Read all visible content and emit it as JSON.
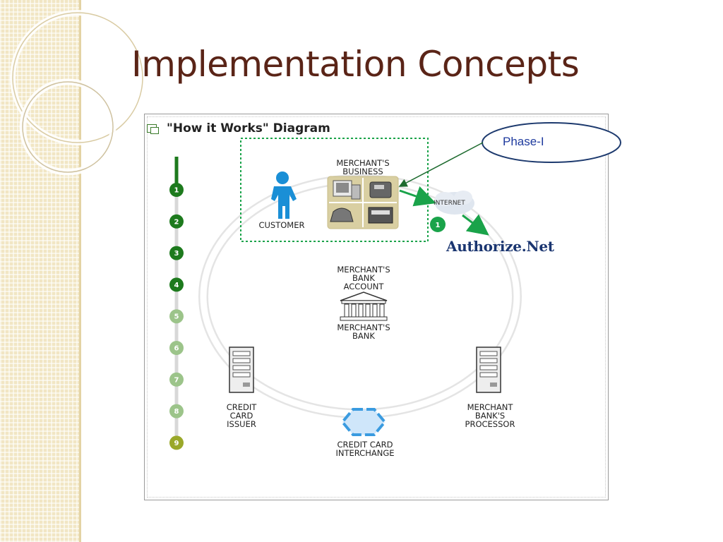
{
  "slide": {
    "title": "Implementation Concepts"
  },
  "diagram": {
    "heading": "\"How it Works\" Diagram",
    "phase_label": "Phase-I",
    "steps": [
      "1",
      "2",
      "3",
      "4",
      "5",
      "6",
      "7",
      "8",
      "9"
    ],
    "nodes": {
      "customer": "CUSTOMER",
      "merchant_business": "MERCHANT'S\nBUSINESS",
      "internet": "INTERNET",
      "gateway": "Authorize.Net",
      "merchant_bank_account": "MERCHANT'S\nBANK\nACCOUNT",
      "merchant_bank": "MERCHANT'S\nBANK",
      "credit_card_issuer": "CREDIT\nCARD\nISSUER",
      "merchant_bank_processor": "MERCHANT\nBANK'S\nPROCESSOR",
      "credit_card_interchange": "CREDIT CARD\nINTERCHANGE"
    },
    "flow_step_badge": "1",
    "colors": {
      "title": "#5a2417",
      "step_active": "#1d7a1d",
      "step_inactive": "#9cc48a",
      "step_last": "#9aa82a",
      "customer": "#1a8fd6",
      "phase_outline": "#1d3a6e",
      "highlight_box": "#1aa34a"
    }
  }
}
